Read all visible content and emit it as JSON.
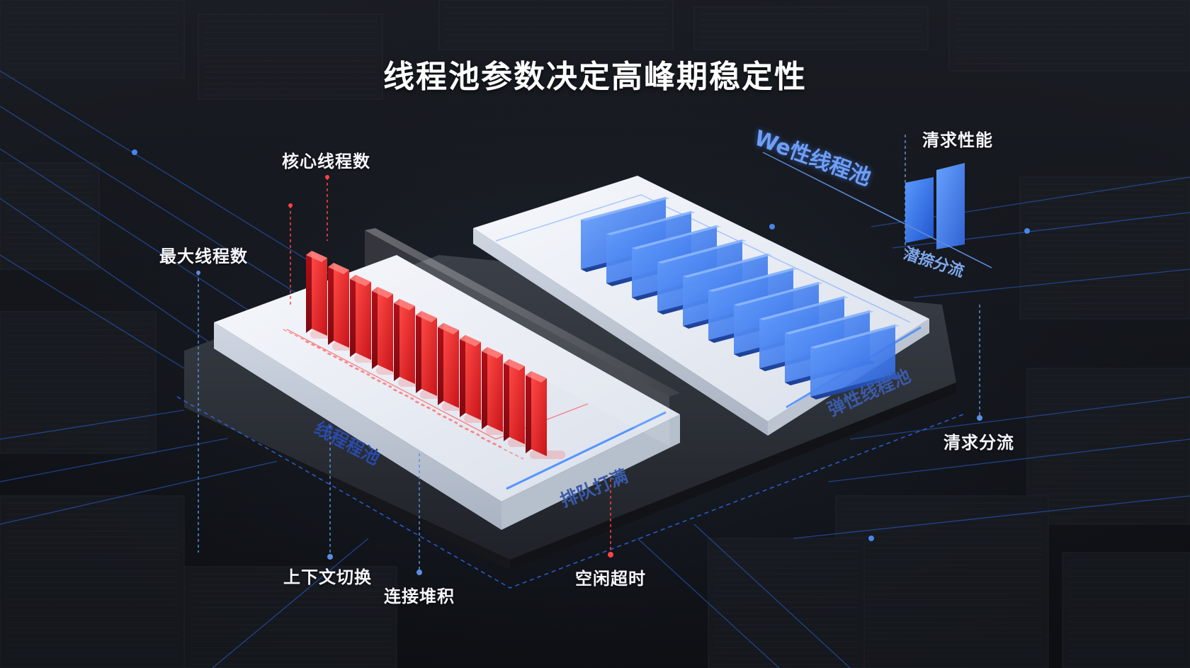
{
  "title": "线程池参数决定高峰期稳定性",
  "labels": {
    "core_threads": "核心线程数",
    "max_threads": "最大线程数",
    "context_switch": "上下文切换",
    "connection_pileup": "连接堆积",
    "idle_timeout": "空闲超时",
    "request_split_bottom": "清求分流",
    "request_perf": "清求性能"
  },
  "panels": {
    "left_name": "线程程池",
    "left_queue": "排队打满",
    "right_name": "弹性线程池",
    "right_header": "We性线程池",
    "right_split": "潜捺分流"
  },
  "colors": {
    "background": "#0e1014",
    "red_block": "#e8262b",
    "blue_block": "#3a7cf0",
    "panel_white": "#e9edf5",
    "accent_blue": "#4a8cff"
  },
  "icons": [
    "red-thread-block",
    "blue-thread-block",
    "bar-chart-icon"
  ]
}
